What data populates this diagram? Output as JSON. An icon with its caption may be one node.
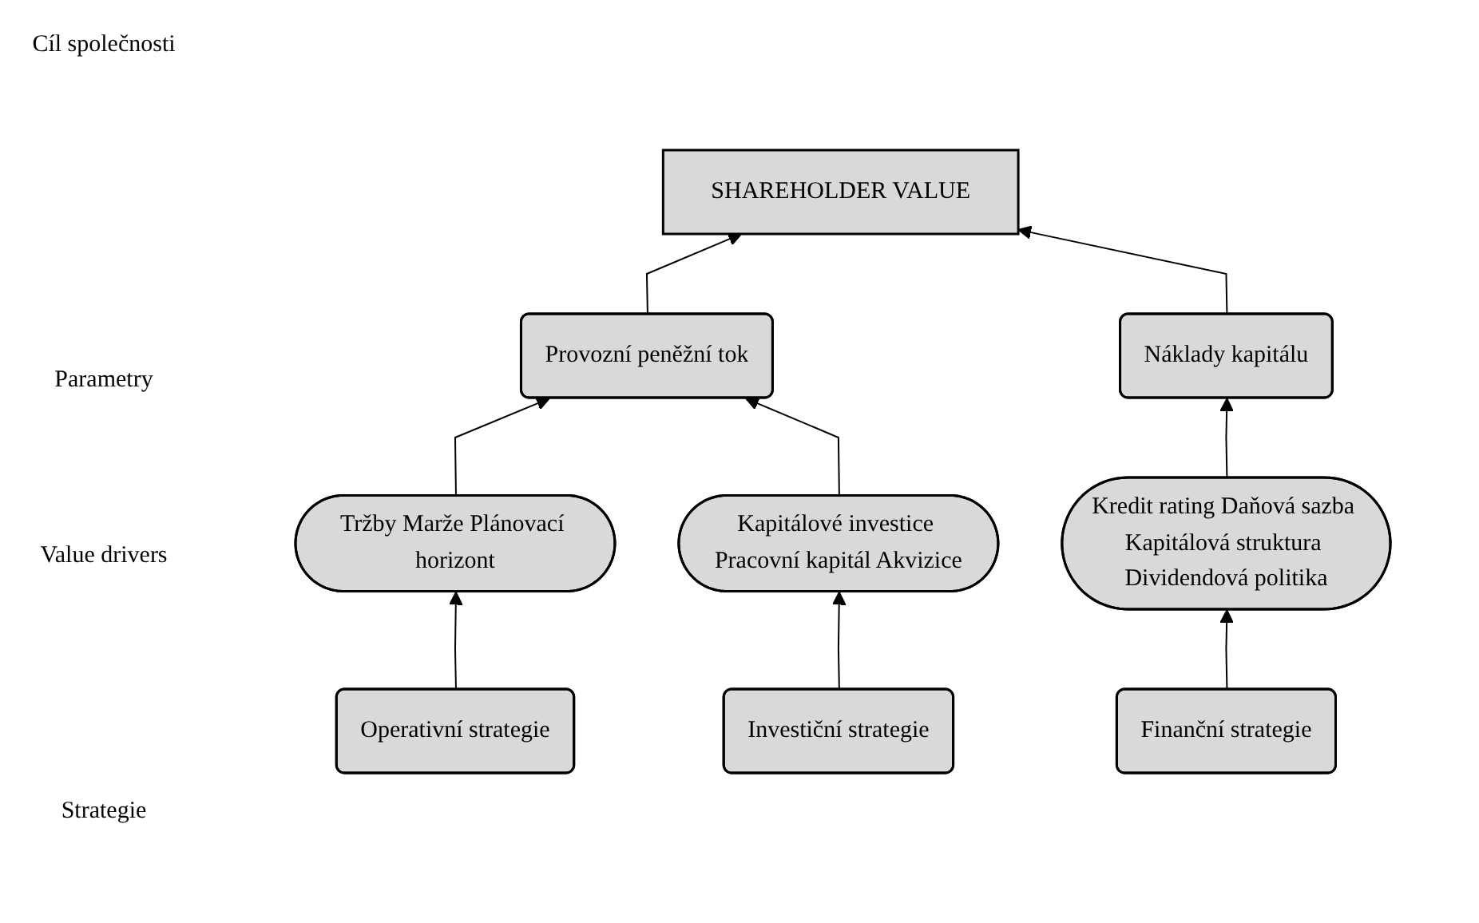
{
  "diagram": {
    "nodes": [
      {
        "text": [
          "SHAREHOLDER VALUE"
        ]
      },
      {
        "text": [
          "Provozní peněžní tok"
        ]
      },
      {
        "text": [
          "Náklady kapitálu"
        ]
      },
      {
        "text": [
          "Tržby Marže Plánovací horizont"
        ]
      },
      {
        "text": [
          "Kapitálové investice Pracovní kapitál Akvizice"
        ]
      },
      {
        "text": [
          "Kredit rating Daňová sazba Kapitálová struktura Dividendová politika"
        ]
      },
      {
        "text": [
          "Operativní strategie"
        ]
      },
      {
        "text": [
          "Investiční strategie"
        ]
      },
      {
        "text": [
          "Finanční strategie"
        ]
      }
    ],
    "edges": [
      {
        "from": 1,
        "to": 0,
        "arrow": "to"
      },
      {
        "from": 2,
        "to": 0,
        "arrow": "to"
      },
      {
        "from": 3,
        "to": 1,
        "arrow": "to"
      },
      {
        "from": 4,
        "to": 1,
        "arrow": "to"
      },
      {
        "from": 5,
        "to": 2,
        "arrow": "to"
      },
      {
        "from": 6,
        "to": 3,
        "arrow": "to"
      },
      {
        "from": 7,
        "to": 4,
        "arrow": "to"
      },
      {
        "from": 8,
        "to": 5,
        "arrow": "to"
      }
    ],
    "labels": [
      "Cíl společnosti",
      "Parametry",
      "Value drivers",
      "Strategie"
    ]
  }
}
